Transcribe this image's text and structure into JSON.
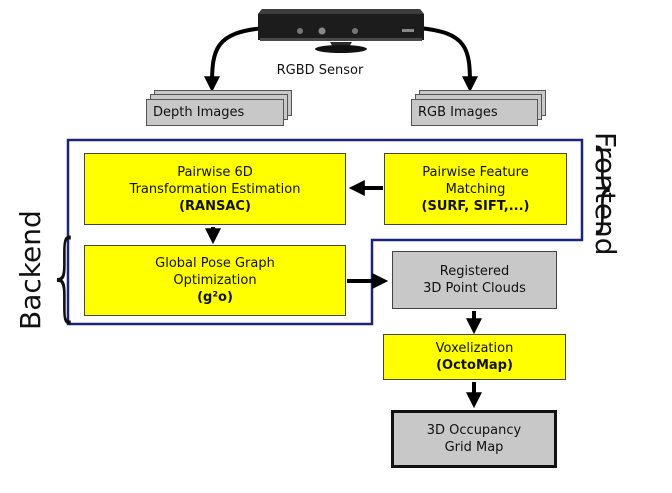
{
  "sensor": {
    "label": "RGBD Sensor"
  },
  "inputs": {
    "depth": "Depth Images",
    "rgb": "RGB Images"
  },
  "frontend_label": "Frontend",
  "backend_label": "Backend",
  "nodes": {
    "pairwise_6d": {
      "line1": "Pairwise 6D",
      "line2": "Transformation Estimation",
      "method": "(RANSAC)"
    },
    "feature_matching": {
      "line1": "Pairwise Feature",
      "line2": "Matching",
      "method": "(SURF, SIFT,...)"
    },
    "pose_graph": {
      "line1": "Global Pose Graph",
      "line2": "Optimization",
      "method": "(g²o)"
    },
    "point_clouds": {
      "line1": "Registered",
      "line2": "3D Point Clouds"
    },
    "voxelization": {
      "line1": "Voxelization",
      "method": "(OctoMap)"
    },
    "occupancy": {
      "line1": "3D Occupancy",
      "line2": "Grid Map"
    }
  },
  "colors": {
    "process": "#ffff00",
    "data": "#c8c8c8",
    "frame": "#1a237e",
    "arrow": "#000000"
  }
}
